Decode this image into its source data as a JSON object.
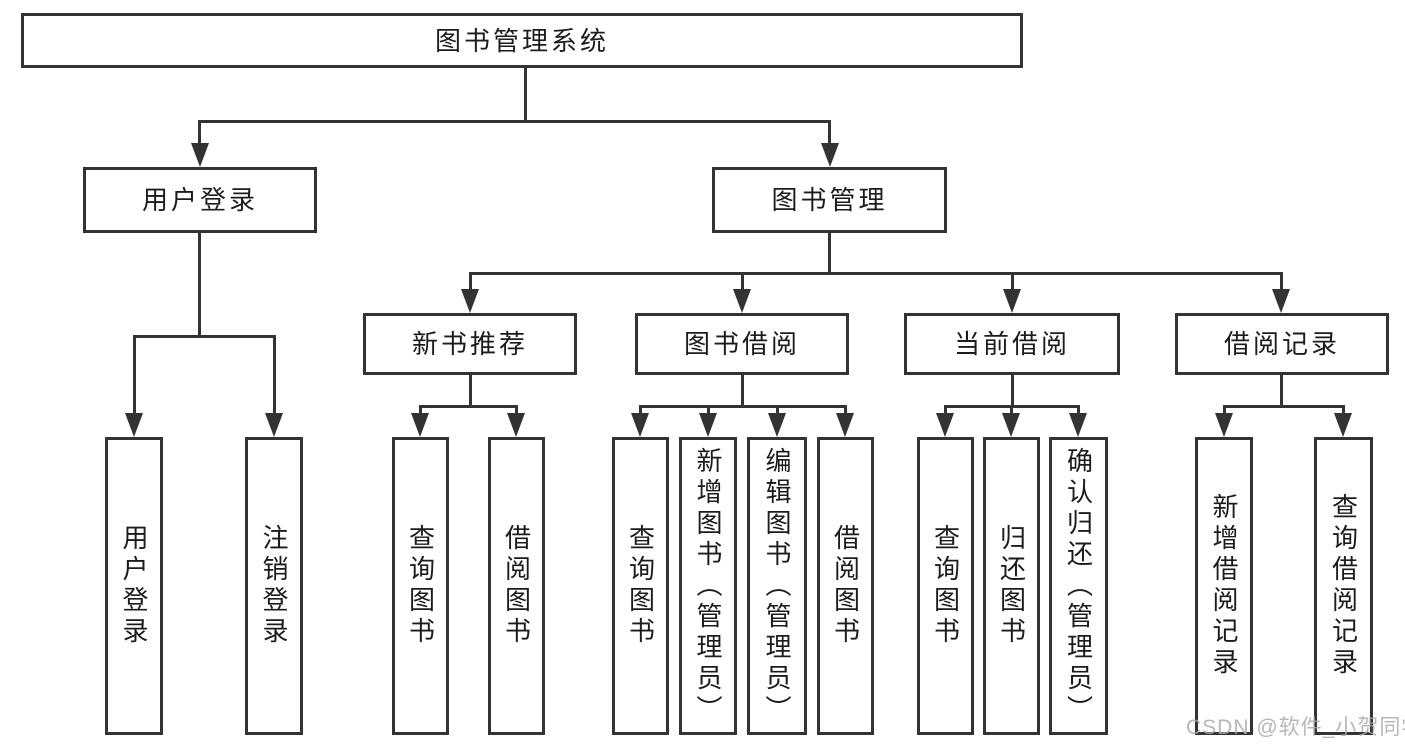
{
  "colors": {
    "background": "#ffffff",
    "line": "#333333",
    "box_border": "#333333",
    "box_fill": "#ffffff",
    "text": "#1c1c1c",
    "watermark": "#ababab"
  },
  "diagram": {
    "root": {
      "label": "图书管理系统"
    },
    "branches": [
      {
        "label": "用户登录",
        "children": [
          {
            "label": "用户登录"
          },
          {
            "label": "注销登录"
          }
        ]
      },
      {
        "label": "图书管理",
        "children": [
          {
            "label": "新书推荐",
            "children": [
              {
                "label": "查询图书"
              },
              {
                "label": "借阅图书"
              }
            ]
          },
          {
            "label": "图书借阅",
            "children": [
              {
                "label": "查询图书"
              },
              {
                "label": "新增图书（管理员）"
              },
              {
                "label": "编辑图书（管理员）"
              },
              {
                "label": "借阅图书"
              }
            ]
          },
          {
            "label": "当前借阅",
            "children": [
              {
                "label": "查询图书"
              },
              {
                "label": "归还图书"
              },
              {
                "label": "确认归还（管理员）"
              }
            ]
          },
          {
            "label": "借阅记录",
            "children": [
              {
                "label": "新增借阅记录"
              },
              {
                "label": "查询借阅记录"
              }
            ]
          }
        ]
      }
    ]
  },
  "watermark": {
    "text": "CSDN @软件_小贺同学"
  }
}
